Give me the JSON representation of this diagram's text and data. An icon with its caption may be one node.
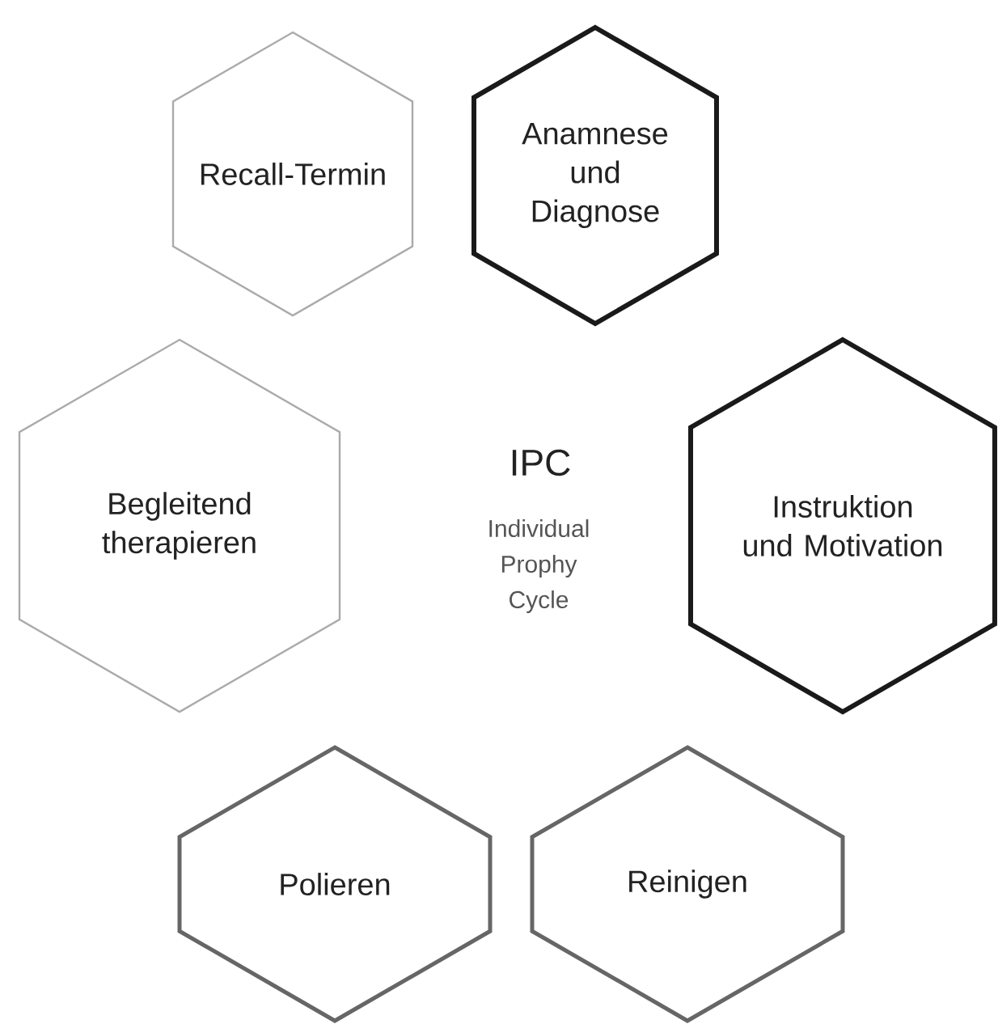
{
  "diagram": {
    "nodes": [
      {
        "text": [
          "Recall-Termin"
        ]
      },
      {
        "text": [
          "Anamnese und Diagnose"
        ]
      },
      {
        "text": [
          "Begleitend therapieren"
        ]
      },
      {
        "text": [
          "Instruktion und Motivation"
        ]
      },
      {
        "text": [
          "Polieren"
        ]
      },
      {
        "text": [
          "Reinigen"
        ]
      }
    ],
    "labels": [
      "IPC",
      "Individual Prophy Cycle"
    ]
  }
}
